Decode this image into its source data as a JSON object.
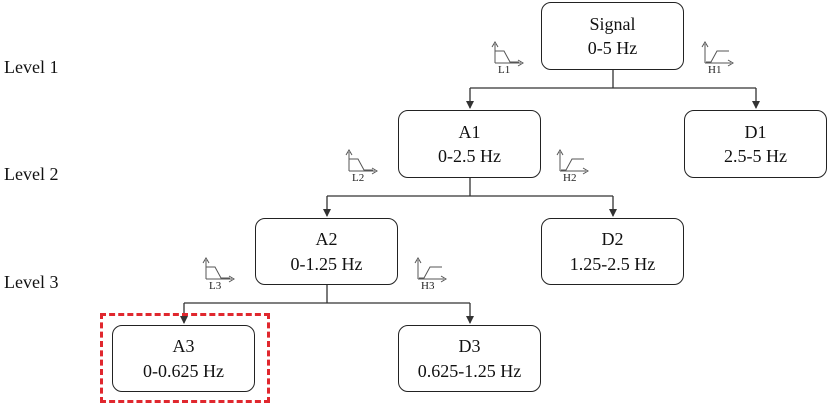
{
  "levels": [
    "Level 1",
    "Level 2",
    "Level 3"
  ],
  "nodes": {
    "signal": {
      "title": "Signal",
      "range": "0-5 Hz"
    },
    "a1": {
      "title": "A1",
      "range": "0-2.5 Hz"
    },
    "d1": {
      "title": "D1",
      "range": "2.5-5 Hz"
    },
    "a2": {
      "title": "A2",
      "range": "0-1.25 Hz"
    },
    "d2": {
      "title": "D2",
      "range": "1.25-2.5 Hz"
    },
    "a3": {
      "title": "A3",
      "range": "0-0.625 Hz"
    },
    "d3": {
      "title": "D3",
      "range": "0.625-1.25 Hz"
    }
  },
  "filters": {
    "l1": {
      "label": "L1",
      "icon": "low-pass-filter-icon"
    },
    "h1": {
      "label": "H1",
      "icon": "high-pass-filter-icon"
    },
    "l2": {
      "label": "L2",
      "icon": "low-pass-filter-icon"
    },
    "h2": {
      "label": "H2",
      "icon": "high-pass-filter-icon"
    },
    "l3": {
      "label": "L3",
      "icon": "low-pass-filter-icon"
    },
    "h3": {
      "label": "H3",
      "icon": "high-pass-filter-icon"
    }
  },
  "colors": {
    "highlight": "#e0272e",
    "line": "#333333"
  }
}
